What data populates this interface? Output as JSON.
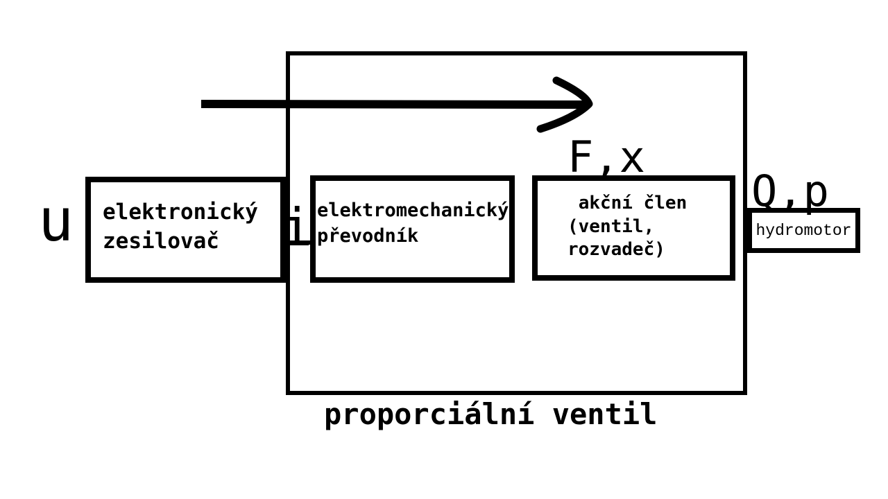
{
  "colors": {
    "ink": "#000000",
    "background": "#ffffff"
  },
  "diagram": {
    "caption": "proporciální ventil",
    "signals": {
      "voltage": "u",
      "current": "i",
      "force_position": "F,x",
      "flow_pressure": "Q,p"
    },
    "blocks": {
      "amplifier": {
        "lines": [
          "elektronický",
          "zesilovač"
        ]
      },
      "converter": {
        "lines": [
          "elektromechanický",
          "převodník"
        ]
      },
      "actuator": {
        "lines": [
          "akční člen",
          "(ventil,",
          "rozvadeč)"
        ]
      },
      "hydromotor": {
        "lines": [
          "hydromotor"
        ]
      }
    }
  }
}
